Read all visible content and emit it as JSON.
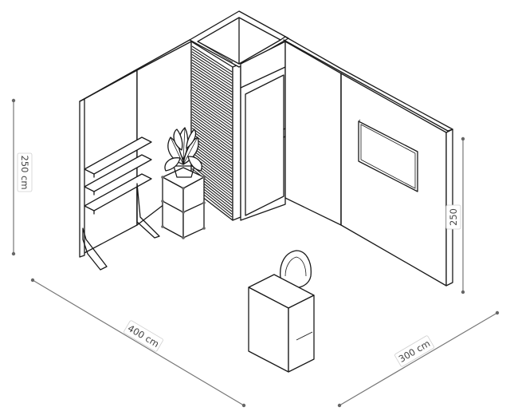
{
  "dimensions": {
    "height_left": "250 cm",
    "width_front": "400 cm",
    "depth_right": "300 cm",
    "height_right": "250"
  }
}
